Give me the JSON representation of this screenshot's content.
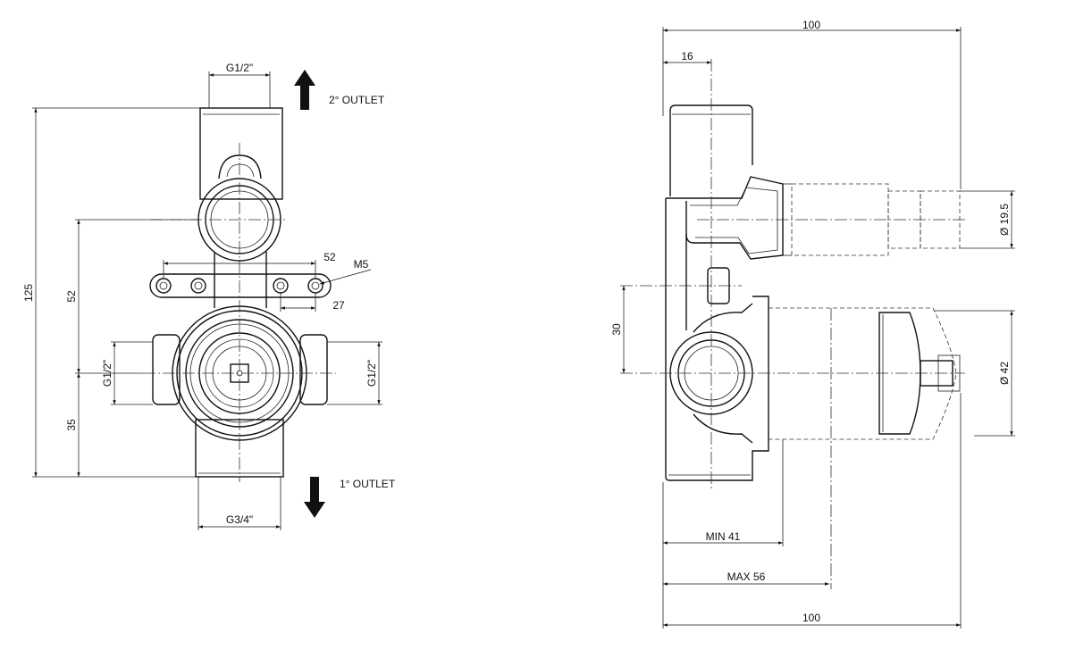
{
  "labels": {
    "top_thread": "G1/2\"",
    "outlet_2": "2° OUTLET",
    "outlet_1": "1° OUTLET",
    "bottom_thread": "G3/4\"",
    "left_thread": "G1/2\"",
    "right_thread": "G1/2\"",
    "dim_height_total": "125",
    "dim_upper": "52",
    "dim_lower": "35",
    "dim_slot_width": "52",
    "dim_screw": "M5",
    "dim_slot_spacing": "27",
    "side_width_top": "100",
    "side_offset": "16",
    "side_pipe_dia": "Ø 19.5",
    "side_body_dia": "Ø 42",
    "side_height": "30",
    "min_depth": "MIN 41",
    "max_depth": "MAX 56",
    "side_width_bottom": "100"
  }
}
